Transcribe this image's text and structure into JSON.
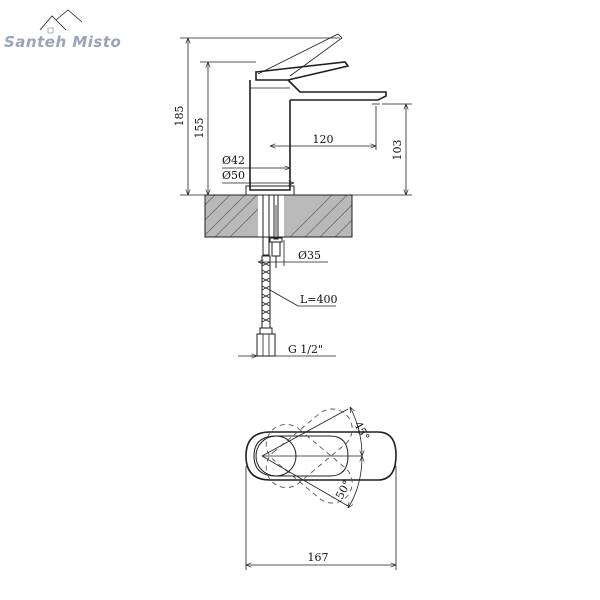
{
  "logo": {
    "text": "Santeh Misto"
  },
  "dimensions": {
    "total_height": "185",
    "body_height": "155",
    "spout_reach": "120",
    "spout_height": "103",
    "dia_42": "Ø42",
    "dia_50": "Ø50",
    "dia_35": "Ø35",
    "hose_length": "L=400",
    "thread": "G 1/2\"",
    "angle_45": "45°",
    "angle_50": "50°",
    "total_length": "167"
  },
  "colors": {
    "line": "#1f1f1f",
    "slab": "#b9b9b9",
    "logo": "#9aa3b8"
  }
}
